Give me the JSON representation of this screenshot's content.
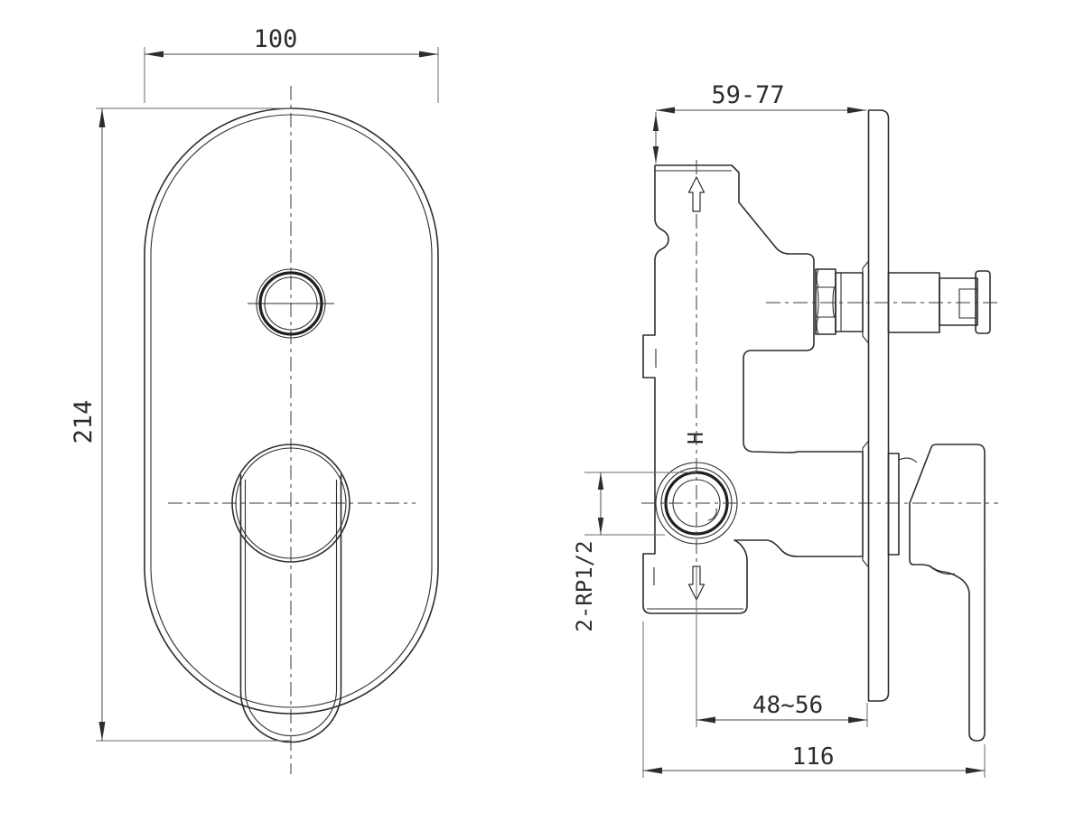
{
  "drawing": {
    "type": "technical-drawing",
    "subject": "concealed shower mixer valve, front and side views",
    "front_view": {
      "width_dim": "100",
      "height_dim": "214"
    },
    "side_view": {
      "depth_range_dim": "59-77",
      "hot_marker": "H",
      "ports_label": "2-RP1/2",
      "handle_depth_dim": "48~56",
      "total_depth_dim": "116"
    },
    "colors": {
      "line": "#2d2d2d",
      "bold_line": "#1f1f1f",
      "dimension_line": "#4a4a4a",
      "background": "#ffffff"
    }
  }
}
